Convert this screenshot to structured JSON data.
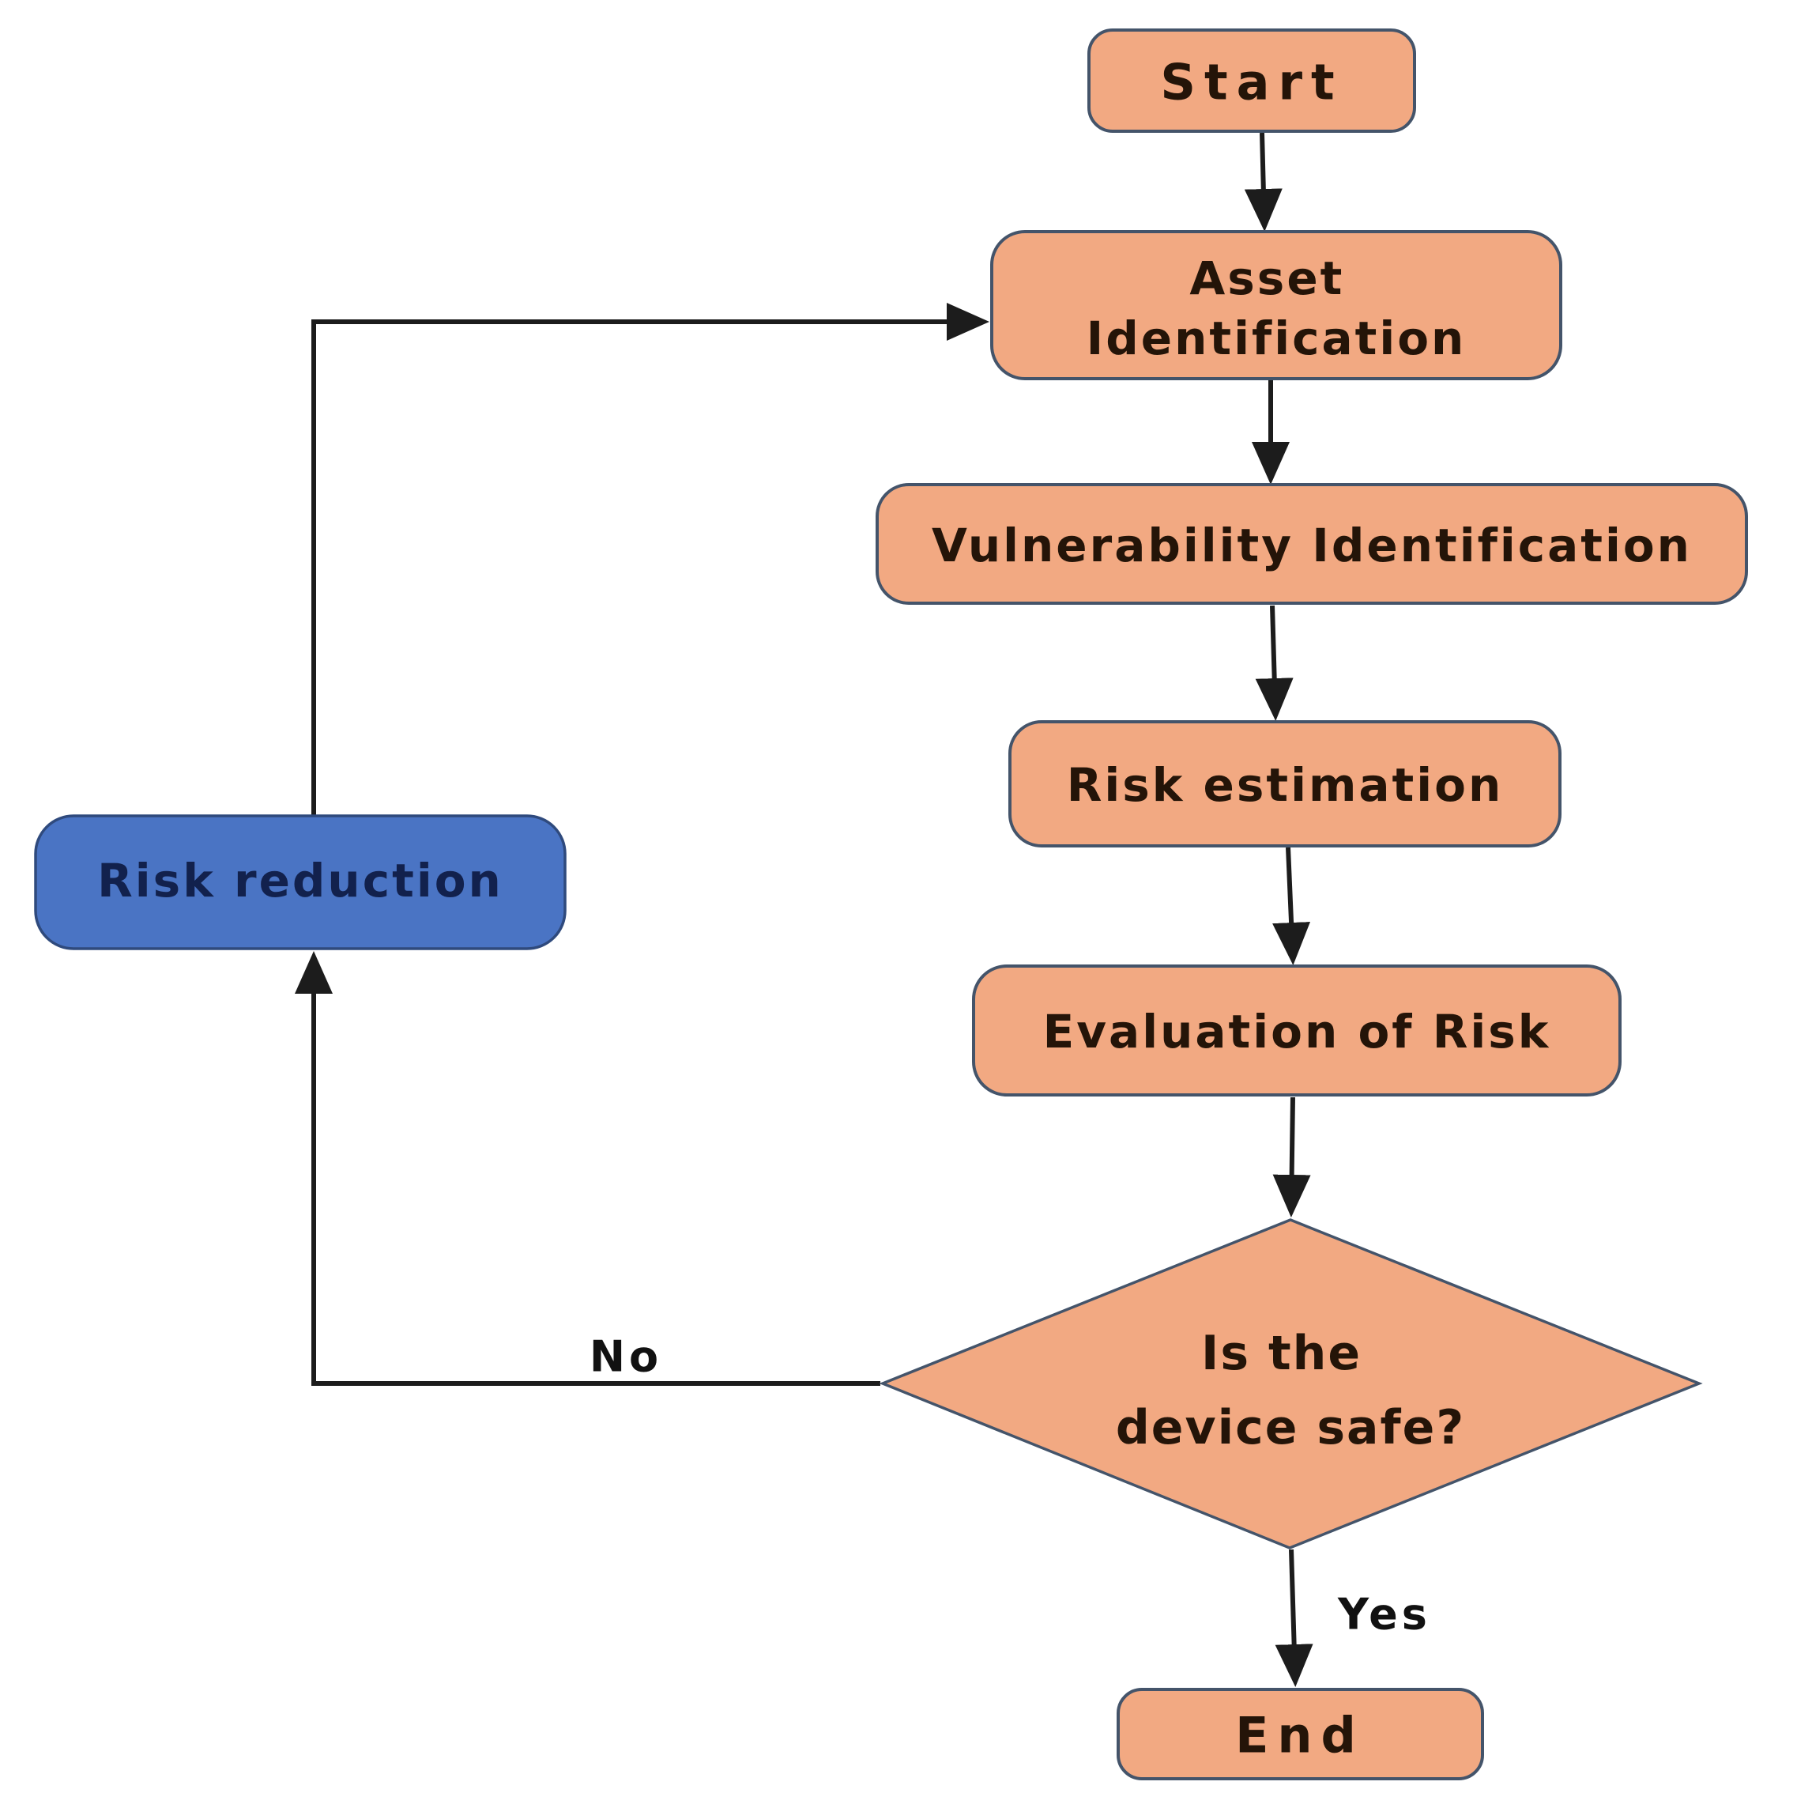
{
  "nodes": {
    "start": {
      "label": "Start"
    },
    "asset_identification": {
      "line1": "Asset",
      "line2": "Identification"
    },
    "vulnerability_identification": {
      "label": "Vulnerability Identification"
    },
    "risk_estimation": {
      "label": "Risk estimation"
    },
    "evaluation_of_risk": {
      "label": "Evaluation of Risk"
    },
    "decision": {
      "line1": "Is the",
      "line2": "device safe?"
    },
    "risk_reduction": {
      "label": "Risk reduction"
    },
    "end": {
      "label": "End"
    }
  },
  "edge_labels": {
    "no": "No",
    "yes": "Yes"
  },
  "colors": {
    "background": "#ffffff",
    "process_fill": "#f2a982",
    "process_border": "#44546a",
    "reduction_fill": "#4a74c4",
    "reduction_border": "#2f4a7d",
    "node_text": "#241408",
    "reduction_text": "#12214d",
    "arrow": "#1c1c1c",
    "edge_label_text": "#111111"
  }
}
